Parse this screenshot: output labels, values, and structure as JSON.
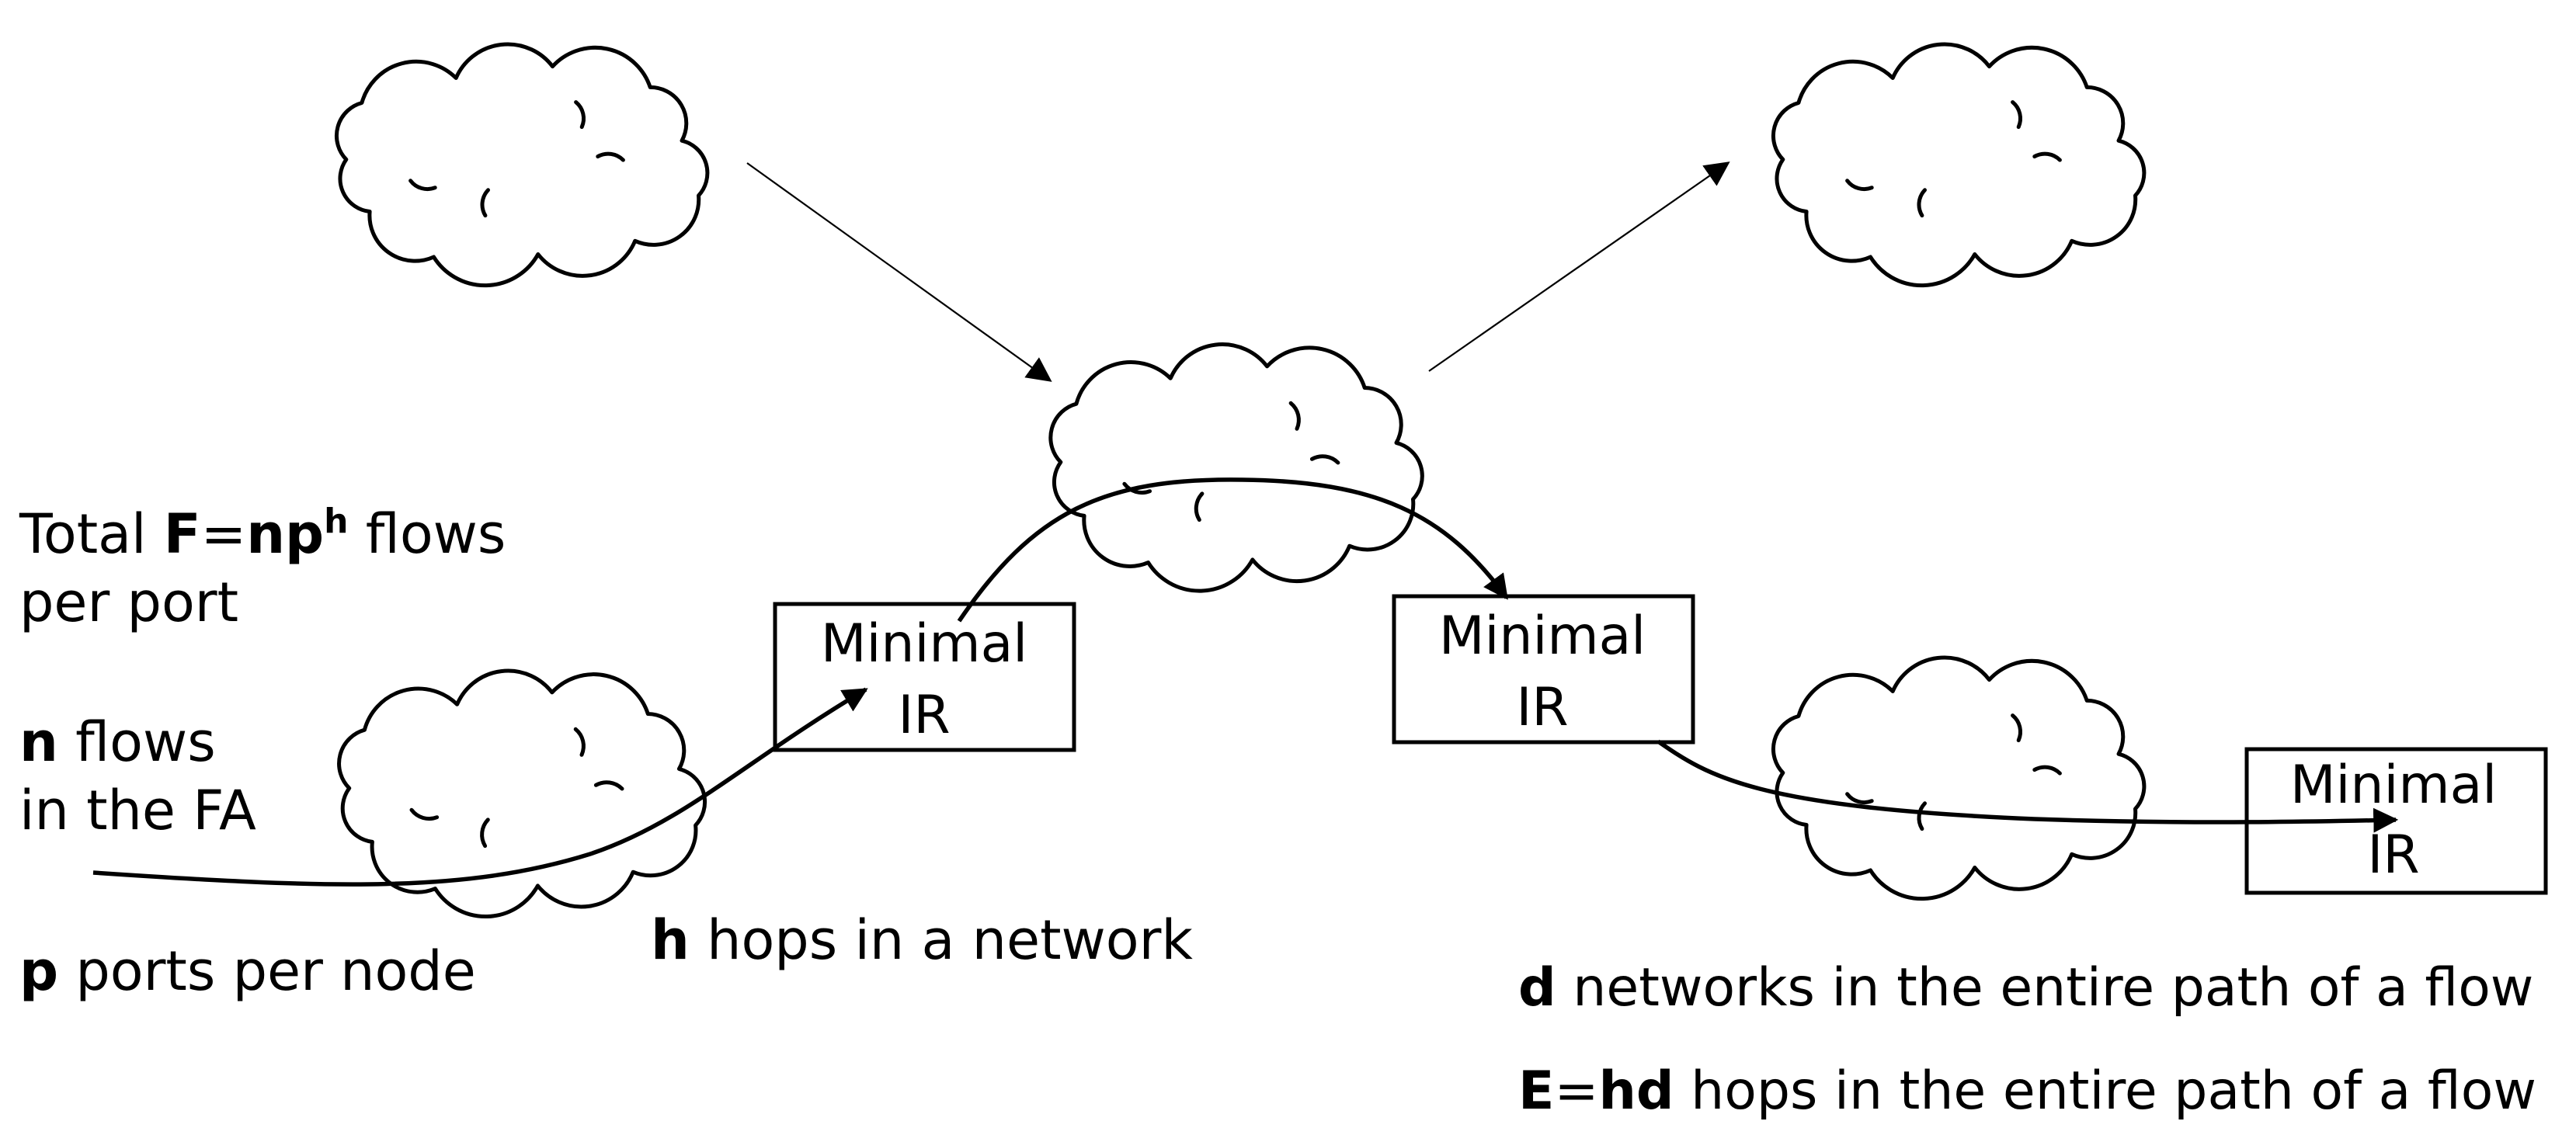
{
  "labels": {
    "total_prefix": "Total ",
    "total_F": "F",
    "total_eq": "=",
    "total_np": "np",
    "total_h": "h",
    "total_suffix": " flows",
    "total_line2": "per port",
    "n_var": "n",
    "n_text": " flows",
    "n_line2": "in the FA",
    "p_var": "p",
    "p_text": " ports per node",
    "h_var": "h",
    "h_text": " hops in a network",
    "d_var": "d",
    "d_text": " networks in the entire path of a flow",
    "e_var": "E",
    "e_eq": "=",
    "e_hd": "hd",
    "e_text": " hops in the entire path of a flow"
  },
  "boxes": [
    {
      "line1": "Minimal",
      "line2": "IR"
    },
    {
      "line1": "Minimal",
      "line2": "IR"
    },
    {
      "line1": "Minimal",
      "line2": "IR"
    }
  ],
  "colors": {
    "stroke": "#000000",
    "background": "#ffffff"
  }
}
